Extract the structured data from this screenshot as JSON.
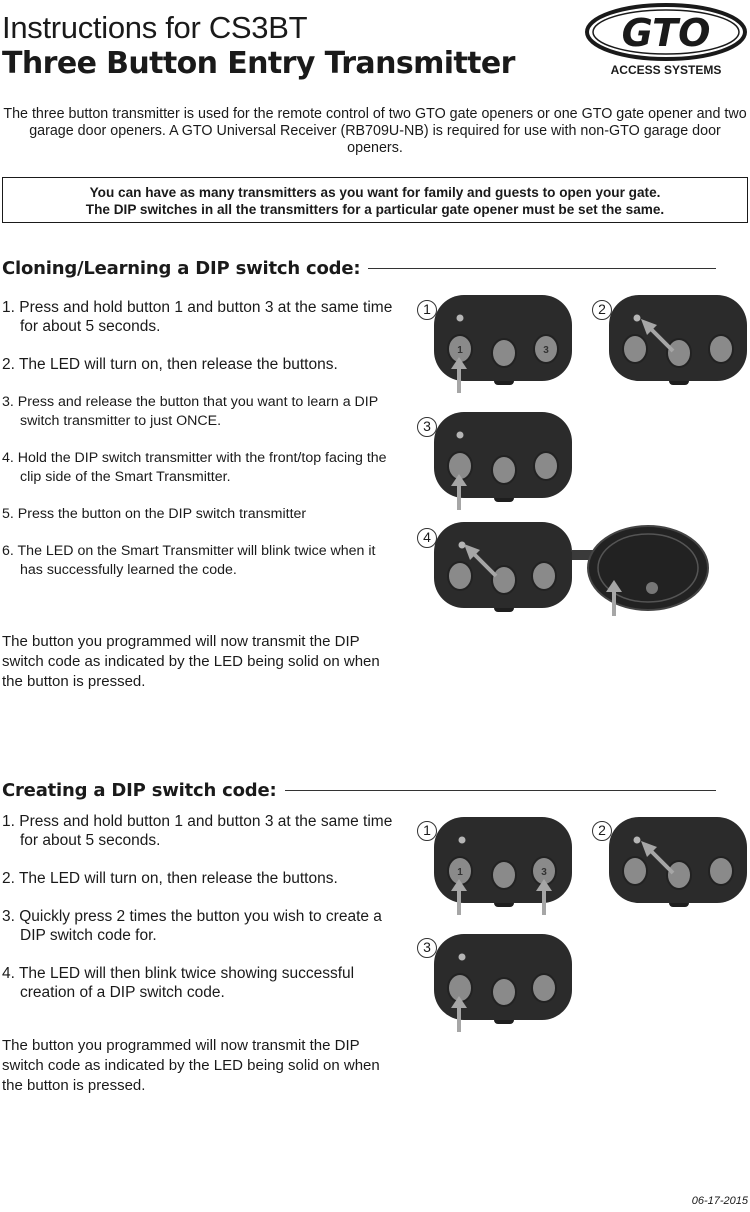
{
  "header": {
    "title_line1": "Instructions for CS3BT",
    "title_line2": "Three Button Entry Transmitter",
    "logo_text": "GTO",
    "logo_subtext": "ACCESS SYSTEMS"
  },
  "intro": "The three button transmitter is used for the remote control of two GTO gate openers or one GTO gate opener and two garage door openers. A GTO Universal Receiver (RB709U-NB) is required for use with non-GTO garage door openers.",
  "notice": {
    "line1": "You can have as many transmitters as you want for family and guests to open your gate.",
    "line2": "The DIP switches in all the transmitters for a particular gate opener must be set the same."
  },
  "cloning": {
    "heading": "Cloning/Learning a DIP switch code:",
    "steps": [
      "1. Press and hold button 1 and button 3 at the same time for about 5 seconds.",
      "2. The LED will turn on, then release the buttons.",
      "3. Press and release the button that you want to learn a DIP switch transmitter to just ONCE.",
      "4. Hold the DIP switch transmitter with the front/top facing the clip side of the Smart Transmitter.",
      "5. Press the button on the DIP switch transmitter",
      "6. The LED on the Smart Transmitter will blink twice when it has successfully learned the code."
    ],
    "note": "The button you programmed will now transmit the DIP switch code as indicated by the LED being solid on when the button is pressed.",
    "figure_labels": [
      "1",
      "2",
      "3",
      "4"
    ],
    "button_labels": [
      "1",
      "3"
    ]
  },
  "creating": {
    "heading": "Creating a DIP switch code:",
    "steps": [
      "1. Press and hold button 1 and button 3 at the same time for about 5 seconds.",
      "2. The LED will turn on, then release the buttons.",
      "3. Quickly press 2 times the button you wish to create a DIP switch code for.",
      "4. The LED will then blink twice showing successful creation of a DIP switch code."
    ],
    "note": "The button you programmed will now transmit the DIP switch code as indicated by the LED being solid on when the button is pressed.",
    "figure_labels": [
      "1",
      "2",
      "3"
    ],
    "button_labels": [
      "1",
      "3"
    ]
  },
  "footer": {
    "date": "06-17-2015"
  },
  "colors": {
    "ink": "#1a1a1a",
    "remote_body": "#2b2b2b",
    "button": "#8a8a8a",
    "arrow": "#a6a6a6"
  }
}
